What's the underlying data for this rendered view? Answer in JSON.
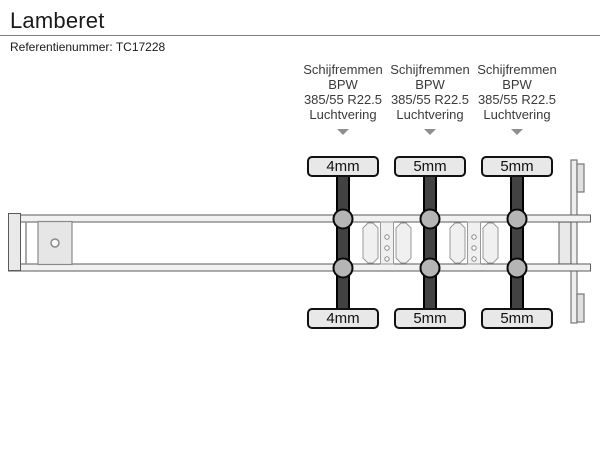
{
  "header": {
    "title": "Lamberet",
    "reference": "Referentienummer: TC17228"
  },
  "axles": [
    {
      "brakes": "Schijfremmen",
      "brand": "BPW",
      "tire_size": "385/55 R22.5",
      "suspension": "Luchtvering",
      "tread_top": "4mm",
      "tread_bottom": "4mm"
    },
    {
      "brakes": "Schijfremmen",
      "brand": "BPW",
      "tire_size": "385/55 R22.5",
      "suspension": "Luchtvering",
      "tread_top": "5mm",
      "tread_bottom": "5mm"
    },
    {
      "brakes": "Schijfremmen",
      "brand": "BPW",
      "tire_size": "385/55 R22.5",
      "suspension": "Luchtvering",
      "tread_top": "5mm",
      "tread_bottom": "5mm"
    }
  ],
  "icons": {
    "spec_arrow": "triangle-down"
  },
  "colors": {
    "axle_bar": "#424242",
    "chassis_fill": "#f1f1f1",
    "chassis_outline": "#5a5a5a",
    "label_fill": "#e8e8e8",
    "hub_fill": "#b5b5b5",
    "arrow": "#8f8f8f",
    "rule": "#7d7d7d"
  }
}
